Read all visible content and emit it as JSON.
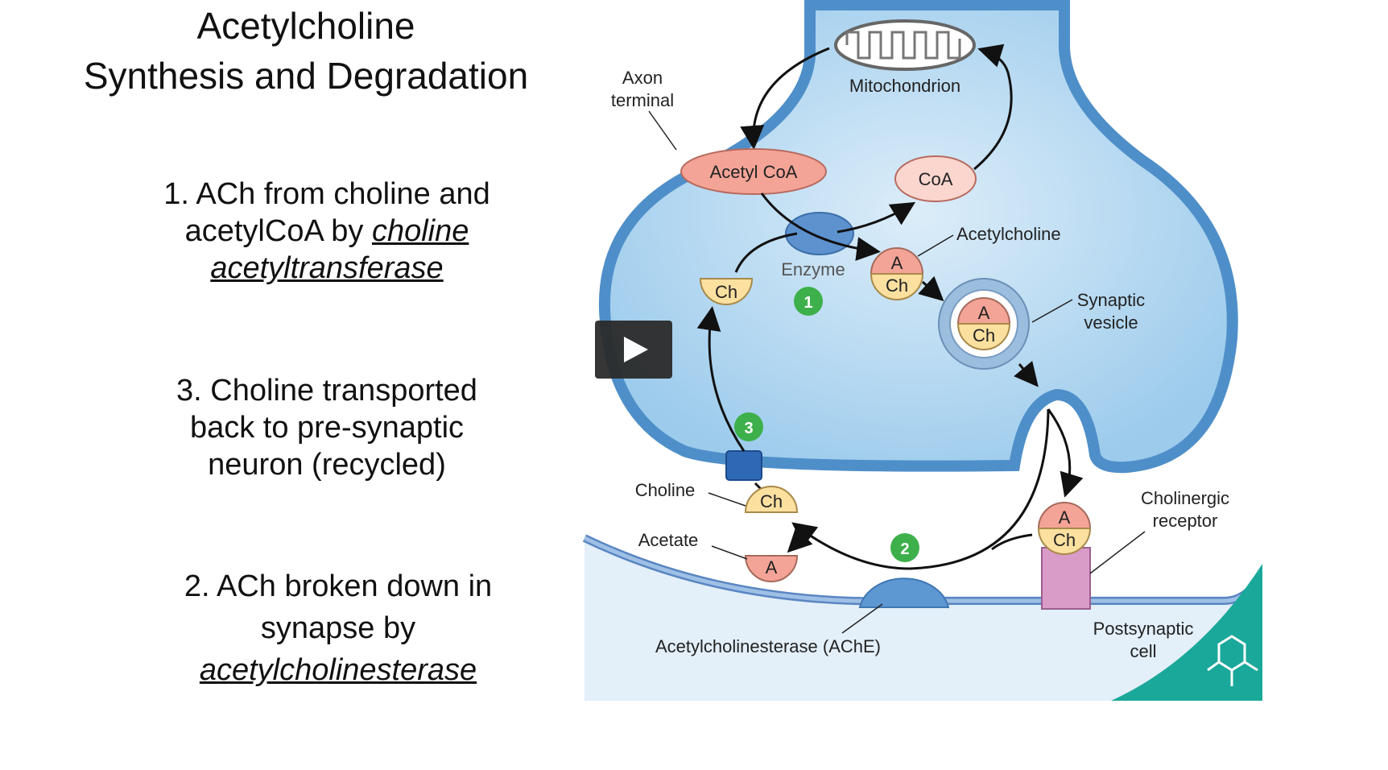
{
  "slide": {
    "title_line1": "Acetylcholine",
    "title_line2": "Synthesis and Degradation",
    "point1": {
      "line1": "1. ACh from choline  and",
      "line2_pre": "acetylCoA by ",
      "line2_em": "choline",
      "line3_em": "acetyltransferase"
    },
    "point3": {
      "line1": "3. Choline transported",
      "line2": "back to pre-synaptic",
      "line3": "neuron (recycled)"
    },
    "point2": {
      "line1": "2. ACh broken down in",
      "line2": "synapse by",
      "line3_em": "acetylcholinesterase"
    }
  },
  "diagram": {
    "mitochondrion": "Mitochondrion",
    "axon_terminal_1": "Axon",
    "axon_terminal_2": "terminal",
    "acetyl_coa": "Acetyl CoA",
    "coa": "CoA",
    "enzyme": "Enzyme",
    "acetylcholine": "Acetylcholine",
    "ch": "Ch",
    "a": "A",
    "step1": "1",
    "step2": "2",
    "step3": "3",
    "synaptic_vesicle_1": "Synaptic",
    "synaptic_vesicle_2": "vesicle",
    "choline": "Choline",
    "acetate": "Acetate",
    "cholinergic_receptor_1": "Cholinergic",
    "cholinergic_receptor_2": "receptor",
    "ache": "Acetylcholinesterase (AChE)",
    "postsynaptic_1": "Postsynaptic",
    "postsynaptic_2": "cell"
  },
  "colors": {
    "terminal_fill": "#bcdcf2",
    "terminal_stroke": "#6aa6d6",
    "acetyl_pink": "#f4a497",
    "coa_pink": "#fbd6cf",
    "choline_yellow": "#fbe0a0",
    "step_green": "#3db04b",
    "receptor_pink": "#d99bc8",
    "corner_teal": "#1aa89a"
  }
}
